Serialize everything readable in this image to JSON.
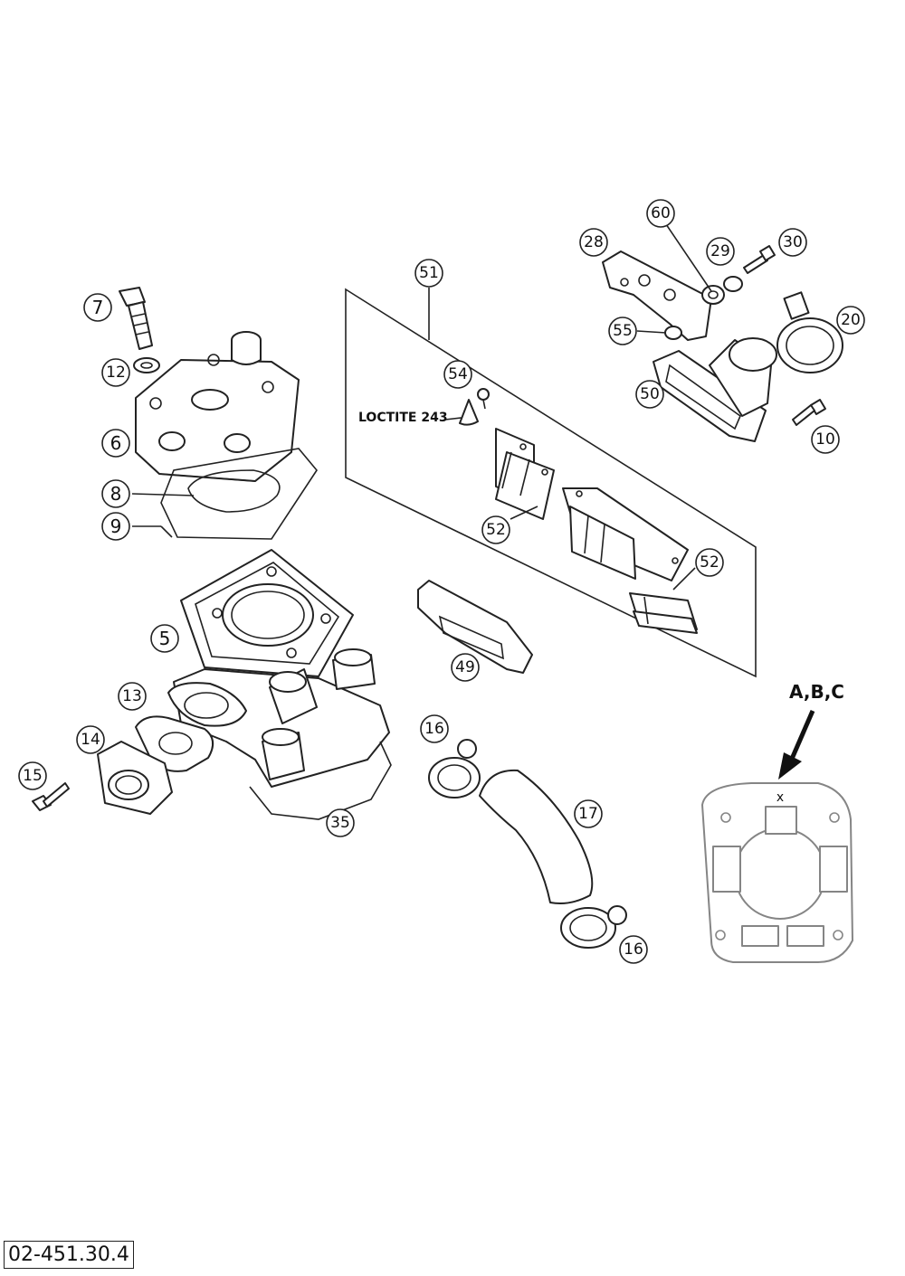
{
  "callouts": {
    "c7": "7",
    "c12": "12",
    "c6": "6",
    "c8": "8",
    "c9": "9",
    "c5": "5",
    "c13": "13",
    "c14": "14",
    "c15": "15",
    "c35": "35",
    "c51": "51",
    "c54": "54",
    "c52a": "52",
    "c52b": "52",
    "c49": "49",
    "c28": "28",
    "c60": "60",
    "c29": "29",
    "c30": "30",
    "c55": "55",
    "c20": "20",
    "c50": "50",
    "c10": "10",
    "c16a": "16",
    "c17": "17",
    "c16b": "16"
  },
  "annotations": {
    "loctite": "LOCTITE 243",
    "detail_label": "A,B,C",
    "detail_mark": "x"
  },
  "footer": {
    "reference": "02-451.30.4"
  }
}
